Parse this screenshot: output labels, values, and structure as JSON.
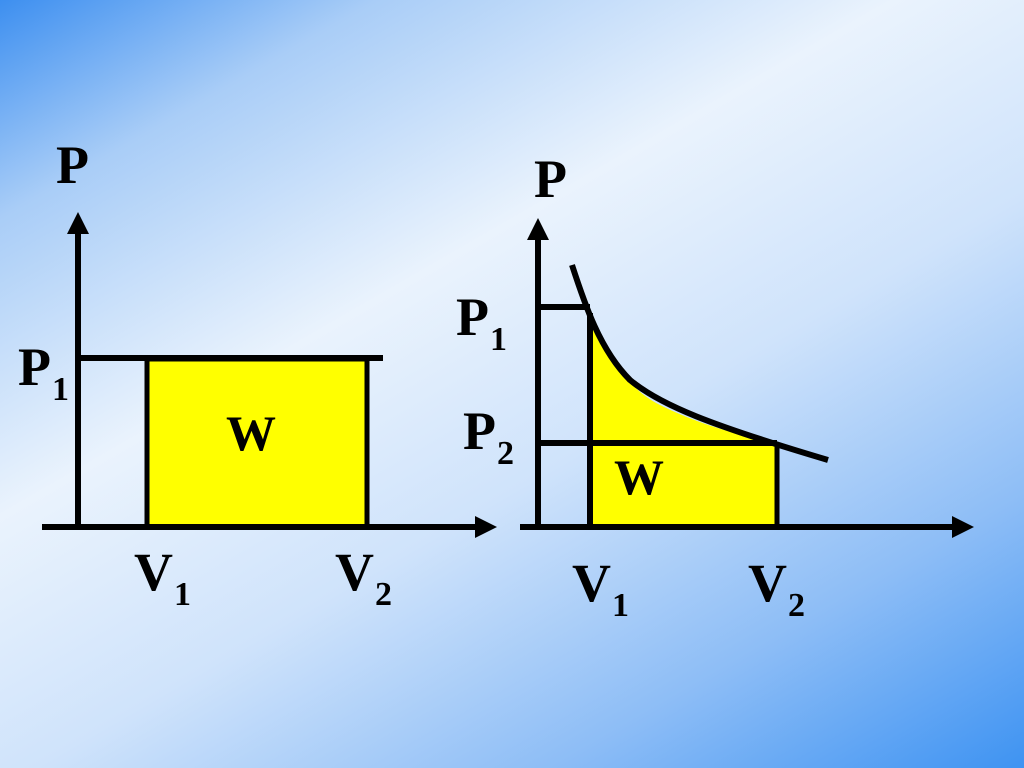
{
  "colors": {
    "work_area": "#ffff00",
    "axes": "#000000"
  },
  "diagrams": [
    {
      "process": "isobaric",
      "axis_y_label": "P",
      "pressure_label": {
        "base": "P",
        "sub": "1"
      },
      "v1_label": {
        "base": "V",
        "sub": "1"
      },
      "v2_label": {
        "base": "V",
        "sub": "2"
      },
      "work_label": "W"
    },
    {
      "process": "isothermal",
      "axis_y_label": "P",
      "p1_label": {
        "base": "P",
        "sub": "1"
      },
      "p2_label": {
        "base": "P",
        "sub": "2"
      },
      "v1_label": {
        "base": "V",
        "sub": "1"
      },
      "v2_label": {
        "base": "V",
        "sub": "2"
      },
      "work_label": "W"
    }
  ]
}
